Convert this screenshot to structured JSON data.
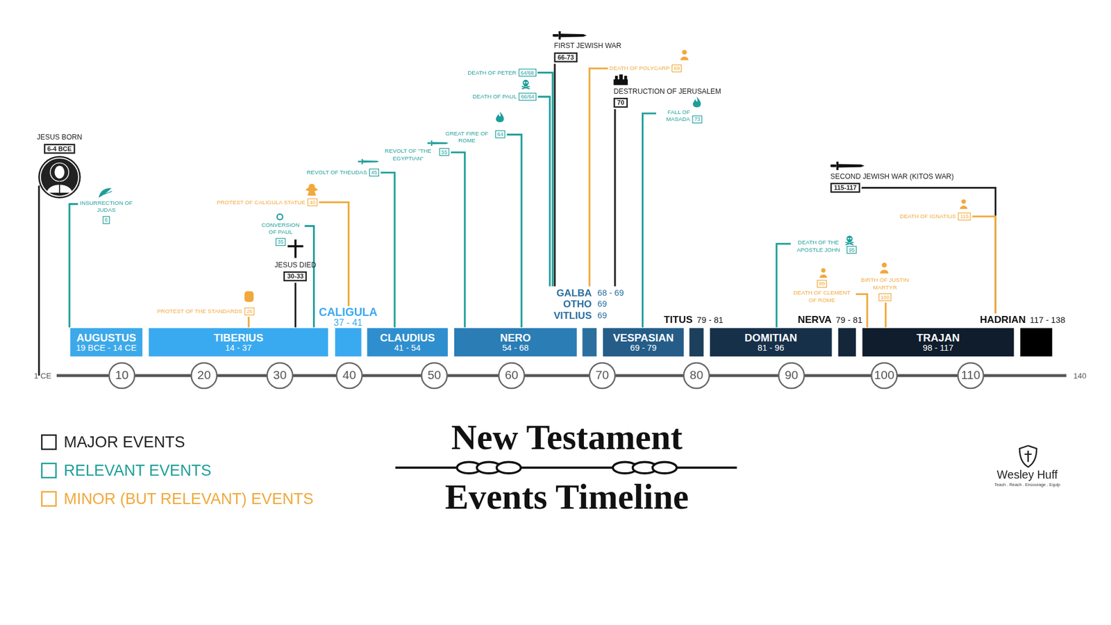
{
  "diagram": {
    "title": "New Testament Events Timeline",
    "nodes": [
      {
        "text": [
          "JESUS BORN",
          "6-4 BCE"
        ]
      },
      {
        "text": [
          "INSURRECTION OF JUDAS",
          "6"
        ]
      },
      {
        "text": [
          "PROTEST OF THE STANDARDS",
          "26"
        ]
      },
      {
        "text": [
          "JESUS DIED",
          "30-33"
        ]
      },
      {
        "text": [
          "CONVERSION OF PAUL",
          "35"
        ]
      },
      {
        "text": [
          "PROTEST OF CALIGULA STATUE",
          "40"
        ]
      },
      {
        "text": [
          "REVOLT OF THEUDAS",
          "45"
        ]
      },
      {
        "text": [
          "REVOLT OF \"THE EGYPTIAN\"",
          "55"
        ]
      },
      {
        "text": [
          "GREAT FIRE OF ROME",
          "64"
        ]
      },
      {
        "text": [
          "DEATH OF PETER",
          "64/68"
        ]
      },
      {
        "text": [
          "DEATH OF PAUL",
          "66/64"
        ]
      },
      {
        "text": [
          "FIRST JEWISH WAR",
          "66-73"
        ]
      },
      {
        "text": [
          "DEATH OF POLYCARP",
          "69"
        ]
      },
      {
        "text": [
          "DESTRUCTION OF JERUSALEM",
          "70"
        ]
      },
      {
        "text": [
          "FALL OF MASADA",
          "73"
        ]
      },
      {
        "text": [
          "DEATH OF THE APOSTLE JOHN",
          "95"
        ]
      },
      {
        "text": [
          "DEATH OF CLEMENT OF ROME",
          "99"
        ]
      },
      {
        "text": [
          "BIRTH OF JUSTIN MARTYR",
          "100"
        ]
      },
      {
        "text": [
          "SECOND JEWISH WAR (KITOS WAR)",
          "115-117"
        ]
      },
      {
        "text": [
          "DEATH OF IGNATIUS",
          "115"
        ]
      },
      {
        "text": [
          "AUGUSTUS",
          "19 BCE - 14 CE"
        ]
      },
      {
        "text": [
          "TIBERIUS",
          "14 - 37"
        ]
      },
      {
        "text": [
          "CALIGULA",
          "37 - 41"
        ]
      },
      {
        "text": [
          "CLAUDIUS",
          "41 - 54"
        ]
      },
      {
        "text": [
          "NERO",
          "54 - 68"
        ]
      },
      {
        "text": [
          "GALBA",
          "68 - 69",
          "OTHO",
          "69",
          "VITLIUS",
          "69"
        ]
      },
      {
        "text": [
          "VESPASIAN",
          "69 - 79"
        ]
      },
      {
        "text": [
          "TITUS",
          "79 - 81"
        ]
      },
      {
        "text": [
          "DOMITIAN",
          "81 - 96"
        ]
      },
      {
        "text": [
          "NERVA",
          "79 - 81"
        ]
      },
      {
        "text": [
          "TRAJAN",
          "98 - 117"
        ]
      },
      {
        "text": [
          "HADRIAN",
          "117 - 138"
        ]
      },
      {
        "text": [
          "10"
        ]
      },
      {
        "text": [
          "20"
        ]
      },
      {
        "text": [
          "30"
        ]
      },
      {
        "text": [
          "40"
        ]
      },
      {
        "text": [
          "50"
        ]
      },
      {
        "text": [
          "60"
        ]
      },
      {
        "text": [
          "70"
        ]
      },
      {
        "text": [
          "80"
        ]
      },
      {
        "text": [
          "90"
        ]
      },
      {
        "text": [
          "100"
        ]
      },
      {
        "text": [
          "110"
        ]
      }
    ],
    "edges": [
      {
        "from": 1,
        "to": 20,
        "arrow": "none"
      },
      {
        "from": 2,
        "to": 21,
        "arrow": "none"
      },
      {
        "from": 3,
        "to": 21,
        "arrow": "none"
      },
      {
        "from": 4,
        "to": 21,
        "arrow": "none"
      },
      {
        "from": 5,
        "to": 22,
        "arrow": "none"
      },
      {
        "from": 6,
        "to": 23,
        "arrow": "none"
      },
      {
        "from": 7,
        "to": 24,
        "arrow": "none"
      },
      {
        "from": 8,
        "to": 24,
        "arrow": "none"
      },
      {
        "from": 9,
        "to": 25,
        "arrow": "none"
      },
      {
        "from": 10,
        "to": 25,
        "arrow": "none"
      },
      {
        "from": 11,
        "to": 25,
        "arrow": "none"
      },
      {
        "from": 12,
        "to": 25,
        "arrow": "none"
      },
      {
        "from": 13,
        "to": 25,
        "arrow": "none"
      },
      {
        "from": 14,
        "to": 26,
        "arrow": "none"
      },
      {
        "from": 15,
        "to": 28,
        "arrow": "none"
      },
      {
        "from": 16,
        "to": 30,
        "arrow": "none"
      },
      {
        "from": 17,
        "to": 30,
        "arrow": "none"
      },
      {
        "from": 18,
        "to": 31,
        "arrow": "none"
      },
      {
        "from": 19,
        "to": 31,
        "arrow": "none"
      }
    ],
    "labels": [
      "1 CE",
      "140",
      "Wesley Huff",
      "Teach . Reach . Encourage . Equip"
    ],
    "legend": [
      {
        "text": "MAJOR EVENTS",
        "color": "#222222"
      },
      {
        "text": "RELEVANT EVENTS",
        "color": "#1e9e9a"
      },
      {
        "text": "MINOR (BUT RELEVANT) EVENTS",
        "color": "#f0a93b"
      }
    ]
  }
}
